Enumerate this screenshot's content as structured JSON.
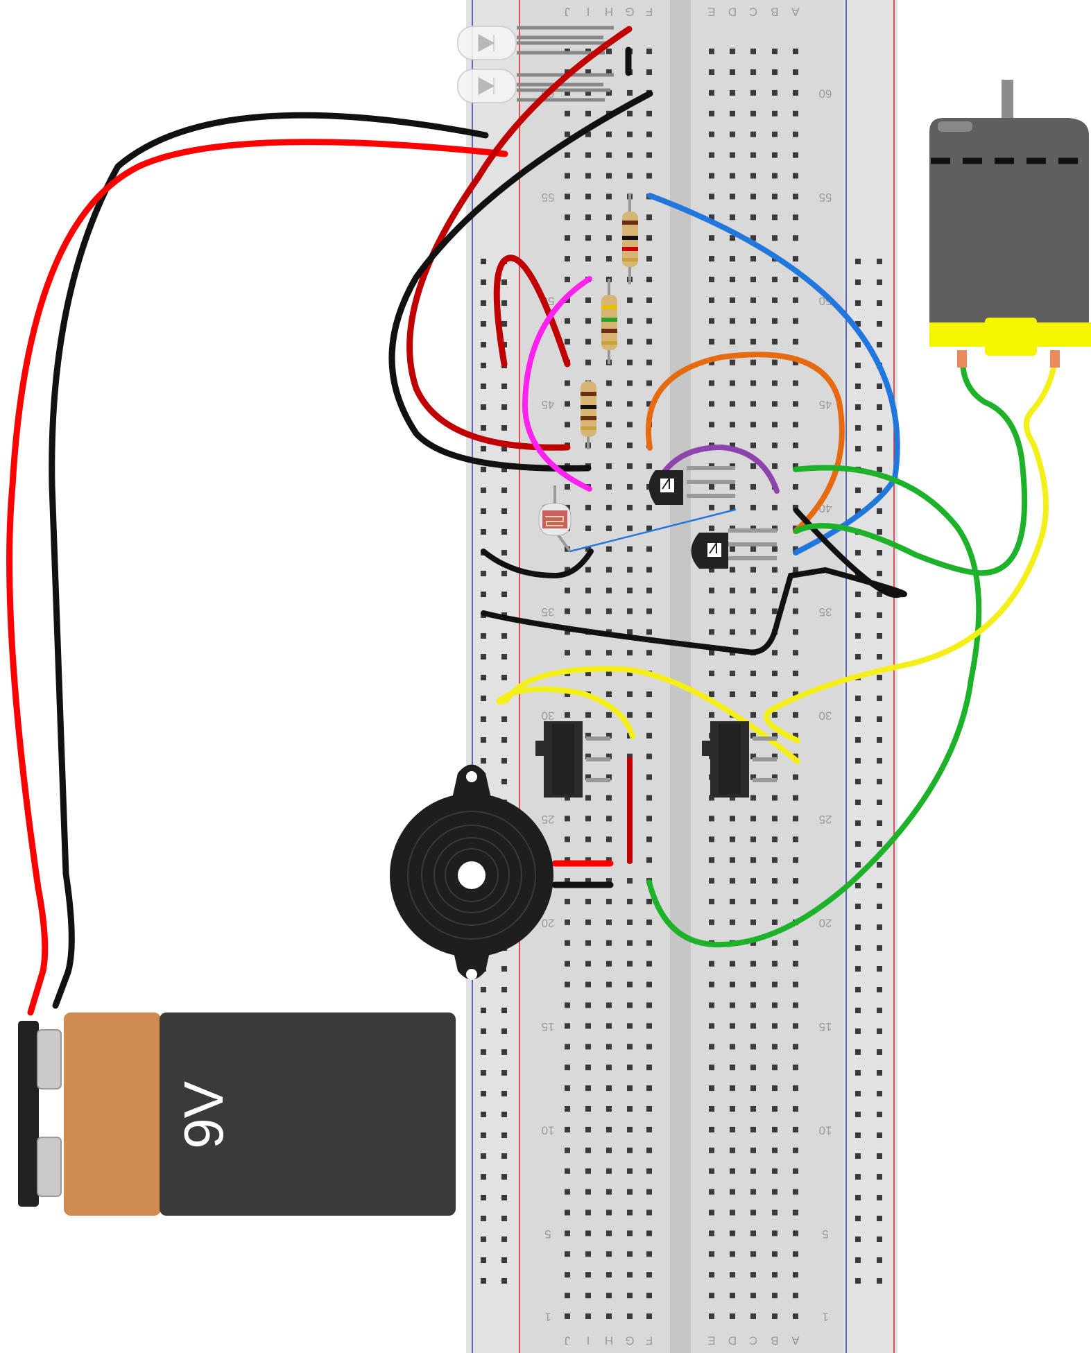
{
  "breadboard": {
    "column_letters_left": [
      "J",
      "I",
      "H",
      "G",
      "F"
    ],
    "column_letters_right": [
      "E",
      "D",
      "C",
      "B",
      "A"
    ],
    "row_numbers": [
      "60",
      "55",
      "50",
      "45",
      "40",
      "35",
      "30",
      "25",
      "20",
      "15",
      "10",
      "5",
      "1"
    ],
    "rail_colors": {
      "power": "#d8262e",
      "ground": "#2a3ea8"
    }
  },
  "battery": {
    "label": "9V",
    "body_color": "#3a3a3a",
    "cap_color": "#d08b53"
  },
  "motor": {
    "body_color": "#5f5f5f",
    "mount_color": "#f5f500"
  },
  "buzzer": {
    "body_color": "#1e1e1e"
  },
  "wire_colors": {
    "red": "#ff0000",
    "black": "#111111",
    "dark_red": "#c00000",
    "blue": "#2277dd",
    "orange": "#e66a10",
    "purple": "#8e44ad",
    "magenta": "#ff22ee",
    "green": "#1eb12a",
    "yellow": "#f5ef19"
  },
  "components": [
    "led-icon",
    "led-icon",
    "resistor-icon",
    "resistor-icon",
    "resistor-icon",
    "photoresistor-icon",
    "transistor-icon",
    "transistor-icon",
    "slide-switch-icon",
    "slide-switch-icon",
    "piezo-buzzer-icon",
    "dc-motor-icon",
    "battery-icon"
  ]
}
